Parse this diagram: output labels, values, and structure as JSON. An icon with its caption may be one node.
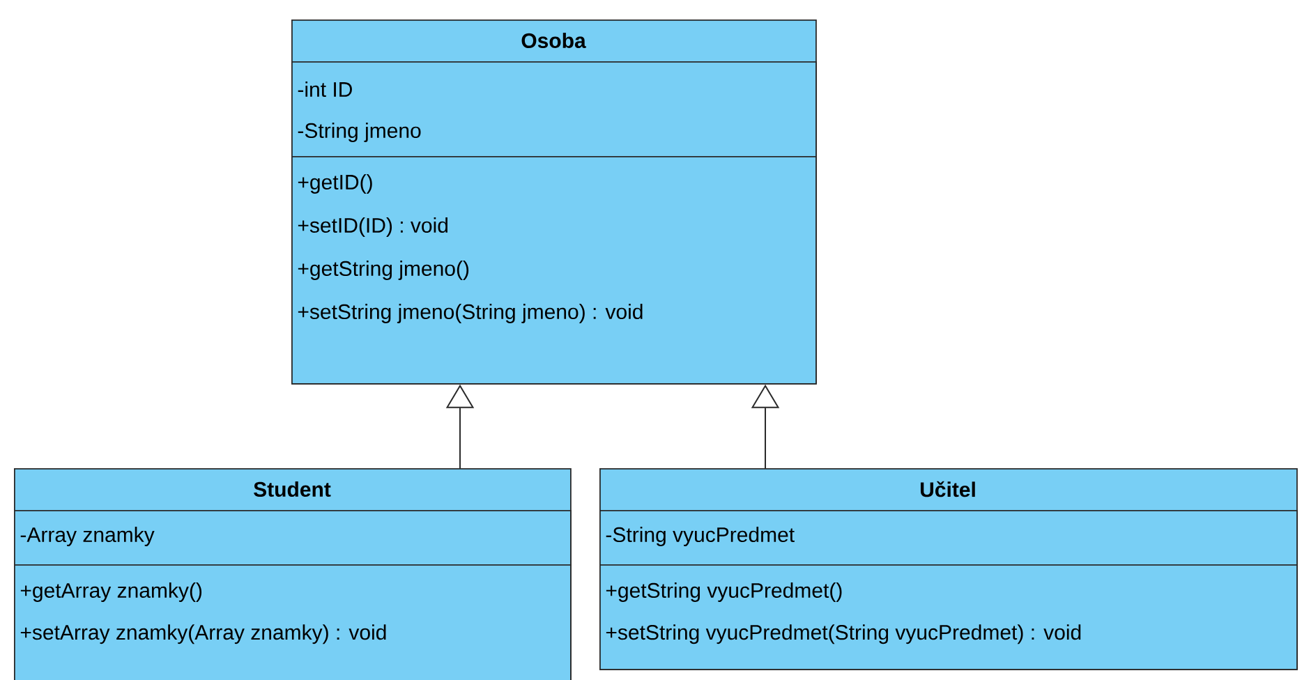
{
  "diagram": {
    "nodes": [
      {
        "text": [
          "Osoba"
        ]
      },
      {
        "text": [
          "-int ID",
          "-String jmeno"
        ],
        "in": 0
      },
      {
        "text": [
          "+getID()",
          "+setID(ID) : void",
          "+getString jmeno()",
          "+setString jmeno(String jmeno) : void"
        ],
        "in": 0
      },
      {
        "text": [
          "Student"
        ]
      },
      {
        "text": [
          "-Array znamky"
        ],
        "in": 3
      },
      {
        "text": [
          "+getArray znamky()",
          "+setArray znamky(Array znamky) : void"
        ],
        "in": 3
      },
      {
        "text": [
          "Učitel"
        ]
      },
      {
        "text": [
          "-String vyucPredmet"
        ],
        "in": 6
      },
      {
        "text": [
          "+getString vyucPredmet()",
          "+setString vyucPredmet(String vyucPredmet) : void"
        ],
        "in": 6
      }
    ],
    "edges": [
      {
        "from": 3,
        "to": 0,
        "arrow": "to"
      },
      {
        "from": 6,
        "to": 0,
        "arrow": "to"
      }
    ]
  }
}
